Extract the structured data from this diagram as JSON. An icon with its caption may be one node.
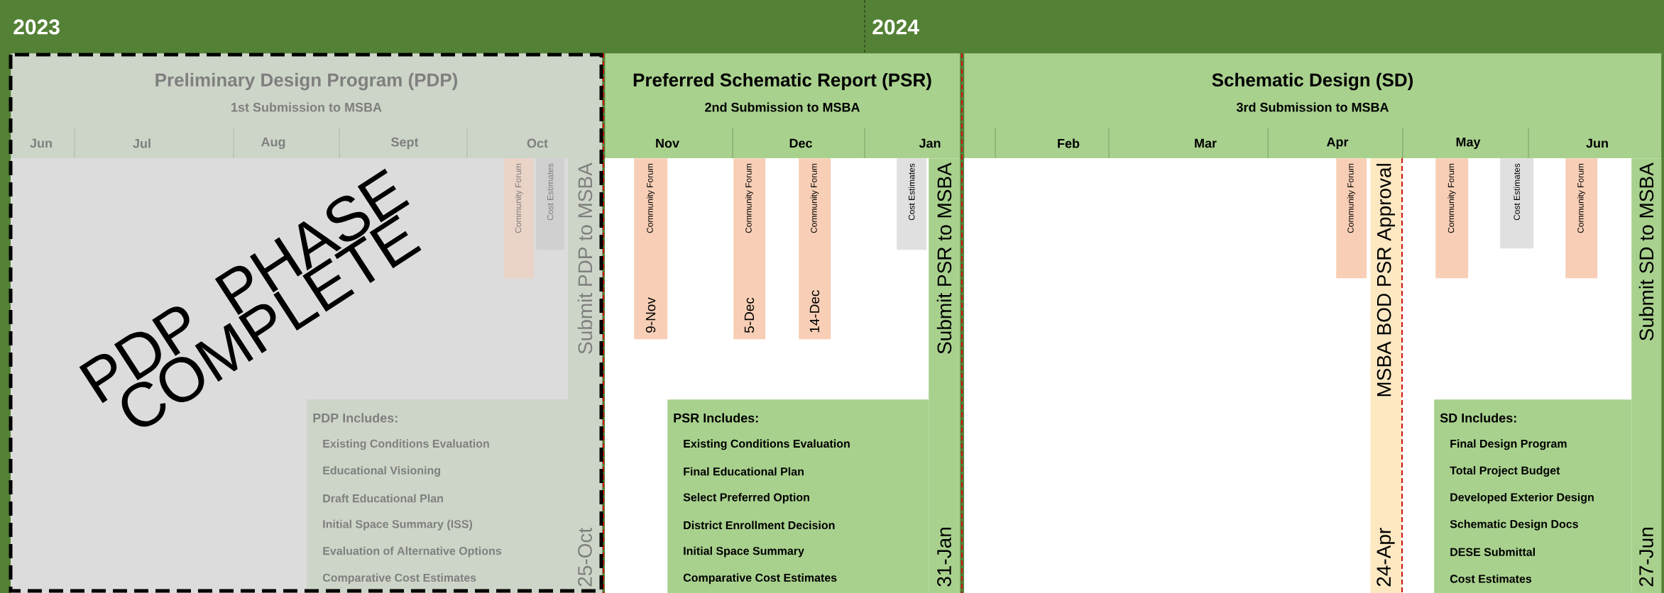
{
  "diagram": {
    "nodes": [
      {
        "text": [
          "Preliminary Design Program (PDP)",
          "1st Submission to MSBA"
        ]
      },
      {
        "text": [
          "Preferred Schematic Report (PSR)",
          "2nd Submission to MSBA"
        ]
      },
      {
        "text": [
          "Schematic Design (SD)",
          "3rd Submission to MSBA"
        ]
      },
      {
        "text": [
          "Community Forum"
        ],
        "in": 0
      },
      {
        "text": [
          "Cost Estimates"
        ],
        "in": 0
      },
      {
        "text": [
          "Submit PDP to MSBA",
          "25-Oct"
        ],
        "in": 0
      },
      {
        "text": [
          "PDP Includes:",
          "Existing Conditions Evaluation",
          "Educational Visioning",
          "Draft Educational Plan",
          "Initial Space Summary (ISS)",
          "Evaluation of Alternative Options",
          "Comparative Cost Estimates"
        ],
        "in": 0
      },
      {
        "text": [
          "Community Forum",
          "9-Nov"
        ],
        "in": 1
      },
      {
        "text": [
          "Community Forum",
          "5-Dec"
        ],
        "in": 1
      },
      {
        "text": [
          "Community Forum",
          "14-Dec"
        ],
        "in": 1
      },
      {
        "text": [
          "Cost Estimates"
        ],
        "in": 1
      },
      {
        "text": [
          "Submit PSR to MSBA",
          "31-Jan"
        ],
        "in": 1
      },
      {
        "text": [
          "PSR Includes:",
          "Existing Conditions Evaluation",
          "Final Educational Plan",
          "Select Preferred Option",
          "District Enrollment Decision",
          "Initial Space Summary",
          "Comparative Cost Estimates"
        ],
        "in": 1
      },
      {
        "text": [
          "Community Forum"
        ],
        "in": 2
      },
      {
        "text": [
          "MSBA BOD PSR Approval",
          "24-Apr"
        ],
        "in": 2
      },
      {
        "text": [
          "Community Forum"
        ],
        "in": 2
      },
      {
        "text": [
          "Cost Estimates"
        ],
        "in": 2
      },
      {
        "text": [
          "Community Forum"
        ],
        "in": 2
      },
      {
        "text": [
          "Submit SD to MSBA",
          "27-Jun"
        ],
        "in": 2
      },
      {
        "text": [
          "SD Includes:",
          "Final Design Program",
          "Total Project Budget",
          "Developed Exterior Design",
          "Schematic Design Docs",
          "DESE Submittal",
          "Cost Estimates"
        ],
        "in": 2
      }
    ],
    "labels": [
      "2023",
      "2024",
      "Jun",
      "Jul",
      "Aug",
      "Sept",
      "Oct",
      "Nov",
      "Dec",
      "Jan",
      "Feb",
      "Mar",
      "Apr",
      "May",
      "Jun",
      "PDP PHASE COMPLETE"
    ]
  }
}
